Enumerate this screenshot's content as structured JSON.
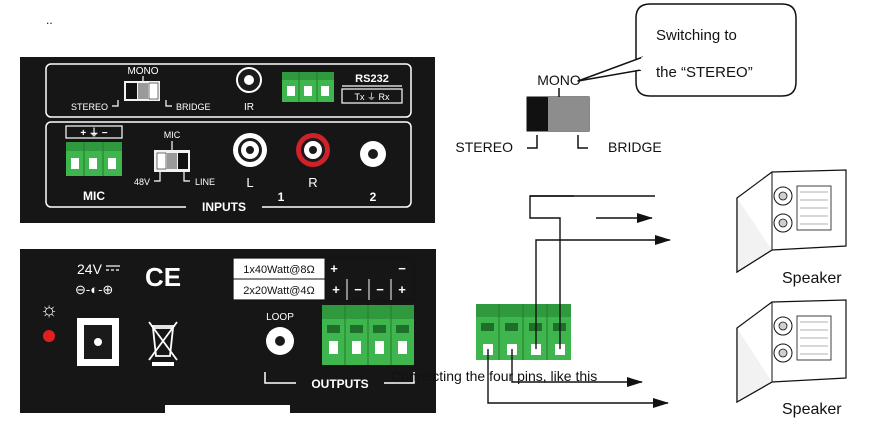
{
  "corner_mark": "..",
  "top_panel": {
    "mono_label": "MONO",
    "stereo_label": "STEREO",
    "bridge_label": "BRIDGE",
    "ir_label": "IR",
    "rs232_label": "RS232",
    "rs232_pins": "Tx ⏚ Rx",
    "mic_switch_label": "MIC",
    "phantom_label": "48V",
    "line_label": "LINE",
    "mic_terminal_signs": "+ ⏚ −",
    "mic_label": "MIC",
    "left_label": "L",
    "right_label": "R",
    "inputs_label": "INPUTS",
    "input1_label": "1",
    "input2_label": "2"
  },
  "bottom_panel": {
    "power_label": "24V",
    "power_symbol": "⊖-◐-⊕",
    "ce_mark": "CE",
    "spec_row1": "1x40Watt@8Ω",
    "spec_row2": "2x20Watt@4Ω",
    "row1_signs": [
      "+",
      "−"
    ],
    "row2_signs": [
      "+",
      "−",
      "−",
      "+"
    ],
    "loop_label": "LOOP",
    "outputs_label": "OUTPUTS",
    "light_icon": "☼",
    "weee_icon": "⊠"
  },
  "switch_detail": {
    "callout_line1": "Switching to",
    "callout_line2": "the “STEREO”",
    "mono_label": "MONO",
    "stereo_label": "STEREO",
    "bridge_label": "BRIDGE"
  },
  "wiring": {
    "caption": "Connecting the four pins, like this",
    "speaker1_label": "Speaker",
    "speaker2_label": "Speaker"
  },
  "colors": {
    "panel": "#161616",
    "terminal_green": "#3fb54d",
    "red_jack": "#d0212a",
    "indicator_red": "#e02020"
  }
}
